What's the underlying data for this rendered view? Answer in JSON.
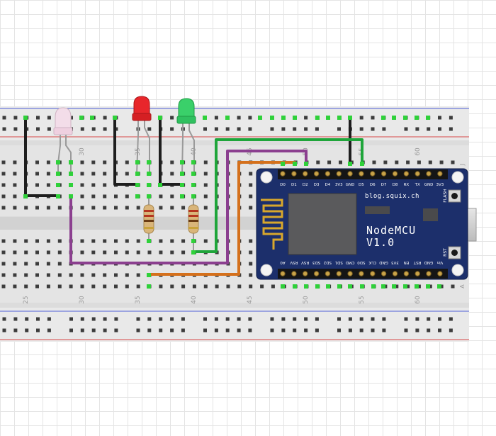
{
  "breadboard": {
    "column_labels_top": [
      "30",
      "35",
      "40",
      "45",
      "50",
      "55",
      "60"
    ],
    "column_labels_bottom": [
      "25",
      "30",
      "35",
      "40",
      "45",
      "50",
      "55",
      "60"
    ],
    "row_letter_top": "J",
    "row_letter_bottom": "A"
  },
  "leds": [
    {
      "name": "led-white",
      "color": "#f3dde9"
    },
    {
      "name": "led-red",
      "color": "#e8262b"
    },
    {
      "name": "led-green",
      "color": "#3ad06a"
    }
  ],
  "wire_colors": {
    "black": "#1e1e1e",
    "purple": "#8b3f8f",
    "green": "#1fa53a",
    "orange": "#d4701c"
  },
  "nodemcu": {
    "pins_top": [
      "D0",
      "D1",
      "D2",
      "D3",
      "D4",
      "3V3",
      "GND",
      "D5",
      "D6",
      "D7",
      "D8",
      "RX",
      "TX",
      "GND",
      "3V3"
    ],
    "pins_bottom": [
      "A0",
      "RSV",
      "RSV",
      "SD3",
      "SD2",
      "SD1",
      "CMD",
      "SD0",
      "CLK",
      "GND",
      "3V3",
      "EN",
      "RST",
      "GND",
      "Vin"
    ],
    "url": "blog.squix.ch",
    "title": "NodeMCU",
    "version": "V1.0",
    "flash_label": "FLASH",
    "rst_label": "RST",
    "board_color": "#1c2f6b"
  }
}
